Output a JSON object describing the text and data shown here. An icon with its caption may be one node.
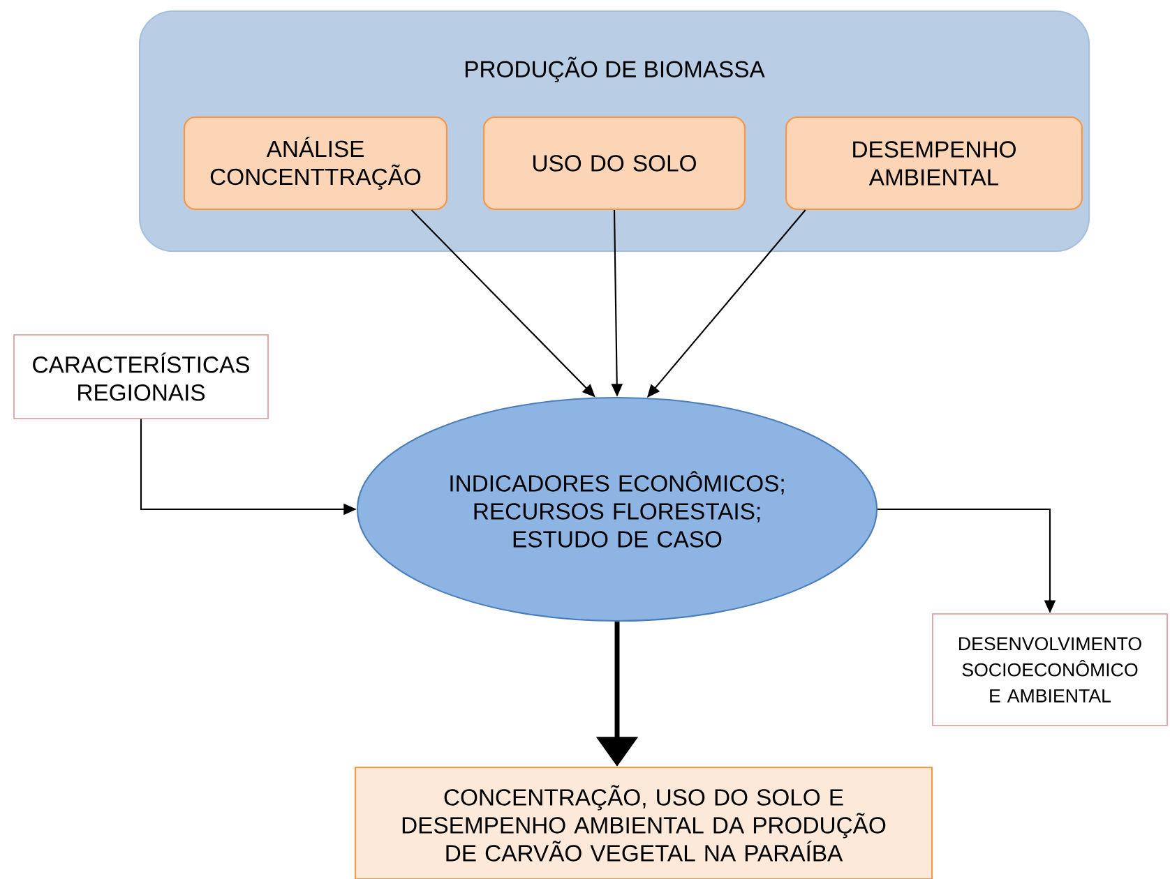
{
  "diagram": {
    "nodes": [
      {
        "text": [
          "PRODUÇÃO DE BIOMASSA"
        ]
      },
      {
        "text": [
          "ANÁLISE CONCENTTRAÇÃO"
        ],
        "in": 0
      },
      {
        "text": [
          "USO DO SOLO"
        ],
        "in": 0
      },
      {
        "text": [
          "DESEMPENHO AMBIENTAL"
        ],
        "in": 0
      },
      {
        "text": [
          "CARACTERÍSTICAS REGIONAIS"
        ]
      },
      {
        "text": [
          "INDICADORES ECONÔMICOS; RECURSOS FLORESTAIS; ESTUDO DE CASO"
        ]
      },
      {
        "text": [
          "DESENVOLVIMENTO SOCIOECONÔMICO E AMBIENTAL"
        ]
      },
      {
        "text": [
          "CONCENTRAÇÃO, USO DO SOLO E DESEMPENHO AMBIENTAL DA PRODUÇÃO DE CARVÃO VEGETAL NA PARAÍBA"
        ]
      }
    ],
    "edges": [
      {
        "from": 1,
        "to": 5,
        "arrow": "to"
      },
      {
        "from": 2,
        "to": 5,
        "arrow": "to"
      },
      {
        "from": 3,
        "to": 5,
        "arrow": "to"
      },
      {
        "from": 4,
        "to": 5,
        "arrow": "to"
      },
      {
        "from": 5,
        "to": 6,
        "arrow": "to"
      },
      {
        "from": 5,
        "to": 7,
        "arrow": "to",
        "style": "thick"
      }
    ]
  }
}
